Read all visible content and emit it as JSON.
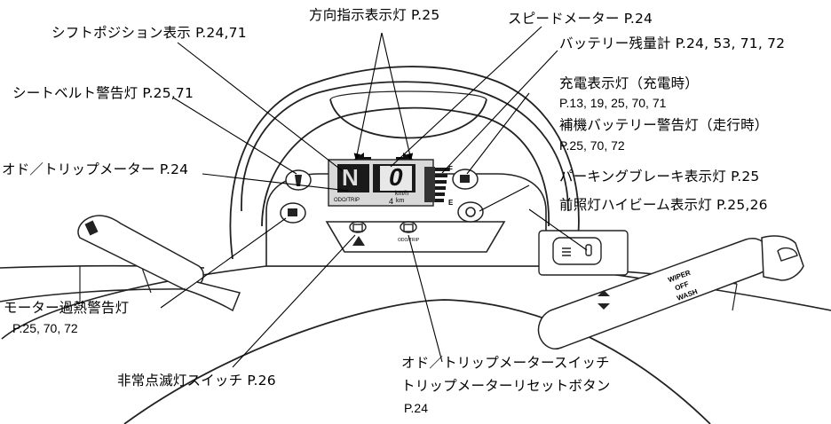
{
  "labels": {
    "turn_signal": "方向指示表示灯 P.25",
    "shift_position": "シフトポジション表示 P.24,71",
    "speedometer": "スピードメーター P.24",
    "battery_gauge": "バッテリー残量計 P.24, 53, 71, 72",
    "charge_indicator": "充電表示灯（充電時）",
    "charge_indicator_pages": "P.13, 19, 25, 70, 71",
    "aux_battery_warning": "補機バッテリー警告灯（走行時）",
    "aux_battery_warning_pages": "P.25, 70, 72",
    "seatbelt_warning": "シートベルト警告灯 P.25,71",
    "odo_trip_meter": "オド／トリップメーター P.24",
    "parking_brake": "パーキングブレーキ表示灯 P.25",
    "high_beam": "前照灯ハイビーム表示灯 P.25,26",
    "motor_overheat": "モーター過熱警告灯",
    "motor_overheat_pages": "P.25, 70, 72",
    "hazard_switch": "非常点滅灯スイッチ P.26",
    "odo_trip_switch": "オド／トリップメータースイッチ",
    "trip_reset_button": "トリップメーターリセットボタン",
    "trip_reset_pages": "P.24"
  },
  "display": {
    "gear": "N",
    "speed": "0",
    "speed_unit": "km/h",
    "odo": "4",
    "odo_unit": "km",
    "odo_trip_tag": "ODO/TRIP",
    "fuel_full": "F",
    "fuel_empty": "E"
  },
  "switch_labels": {
    "odo_trip_button": "ODO/TRIP",
    "wiper": "WIPER",
    "off": "OFF",
    "wash": "WASH"
  }
}
